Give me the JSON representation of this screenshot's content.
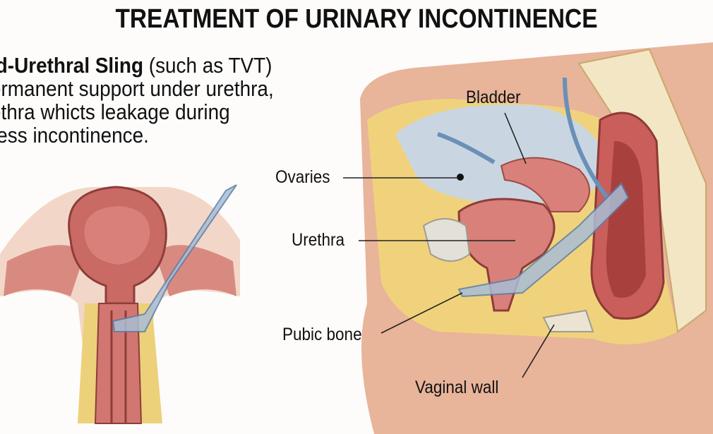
{
  "title": "TREATMENT OF URINARY INCONTINENCE",
  "description": {
    "heading_bold": "id-Urethral Sling",
    "heading_rest": " (such as TVT)",
    "lines": [
      "ermanent support under urethra,",
      "ethra whicts leakage during",
      "ress incontinence."
    ]
  },
  "labels": {
    "bladder": "Bladder",
    "ovaries": "Ovaries",
    "urethra": "Urethra",
    "pubic_bone": "Pubic bone",
    "vaginal_wall": "Vaginal wall"
  }
}
